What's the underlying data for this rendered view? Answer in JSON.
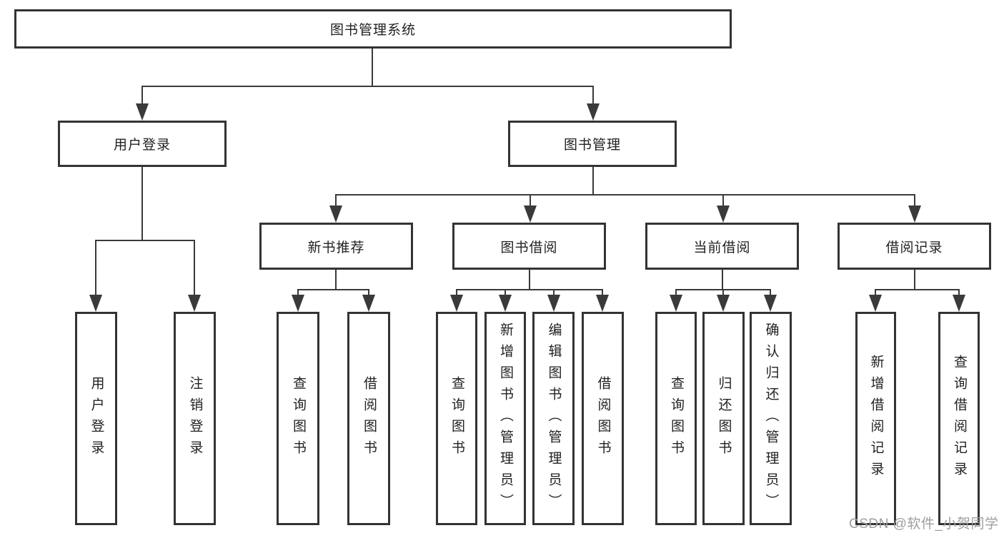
{
  "diagram": {
    "root": "图书管理系统",
    "level2": {
      "user_login": "用户登录",
      "book_management": "图书管理"
    },
    "level3": {
      "new_book_recommend": "新书推荐",
      "book_borrow": "图书借阅",
      "current_borrow": "当前借阅",
      "borrow_records": "借阅记录"
    },
    "leaves": {
      "user_login": [
        "用户登录",
        "注销登录"
      ],
      "new_book_recommend": [
        "查询图书",
        "借阅图书"
      ],
      "book_borrow": [
        "查询图书",
        "新增图书（管理员）",
        "编辑图书（管理员）",
        "借阅图书"
      ],
      "current_borrow": [
        "查询图书",
        "归还图书",
        "确认归还（管理员）"
      ],
      "borrow_records": [
        "新增借阅记录",
        "查询借阅记录"
      ]
    }
  },
  "watermark": "CSDN @软件_小贺同学",
  "colors": {
    "line": "#3a3a3a",
    "box_border": "#333333",
    "text": "#222222",
    "watermark": "#9e9e9e",
    "background": "#ffffff"
  }
}
